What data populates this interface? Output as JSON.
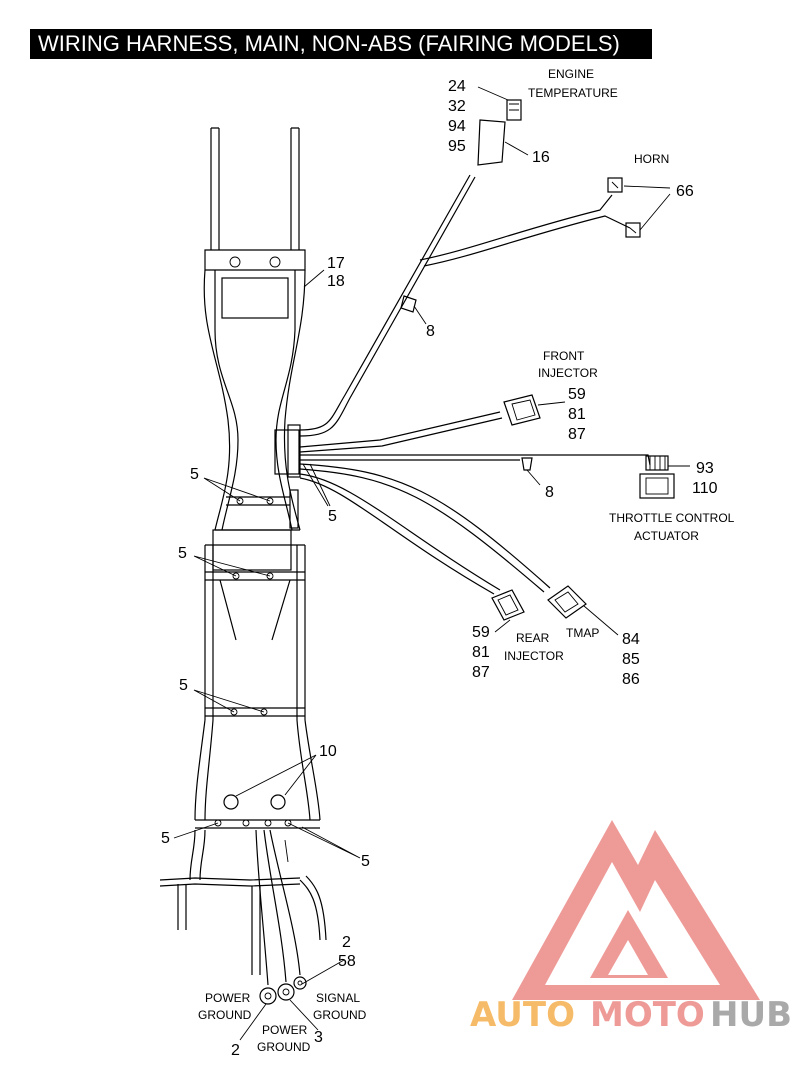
{
  "title": "WIRING HARNESS, MAIN, NON-ABS (FAIRING MODELS)",
  "callouts": {
    "engine_temp_nums": [
      "24",
      "32",
      "94",
      "95"
    ],
    "engine_temp_name": [
      "ENGINE",
      "TEMPERATURE"
    ],
    "c16": "16",
    "horn_name": "HORN",
    "c66": "66",
    "c17": "17",
    "c18": "18",
    "c8a": "8",
    "c8b": "8",
    "front_injector_name": [
      "FRONT",
      "INJECTOR"
    ],
    "front_injector_nums": [
      "59",
      "81",
      "87"
    ],
    "tca_nums": [
      "93",
      "110"
    ],
    "tca_name": [
      "THROTTLE CONTROL",
      "ACTUATOR"
    ],
    "rear_injector_nums": [
      "59",
      "81",
      "87"
    ],
    "rear_injector_name": [
      "REAR",
      "INJECTOR"
    ],
    "tmap_name": "TMAP",
    "tmap_nums": [
      "84",
      "85",
      "86"
    ],
    "c5": "5",
    "c10": "10",
    "c2a": "2",
    "c58": "58",
    "c2b": "2",
    "c3": "3",
    "power_ground_name": [
      "POWER",
      "GROUND"
    ],
    "signal_ground_name": [
      "SIGNAL",
      "GROUND"
    ]
  },
  "watermark": {
    "part1": "AUTO",
    "part2": "MOTO",
    "part3": "HUB",
    "color_light": "#f5b04e",
    "color_red": "#ec8a87",
    "color_grey": "#9b9b9b"
  }
}
